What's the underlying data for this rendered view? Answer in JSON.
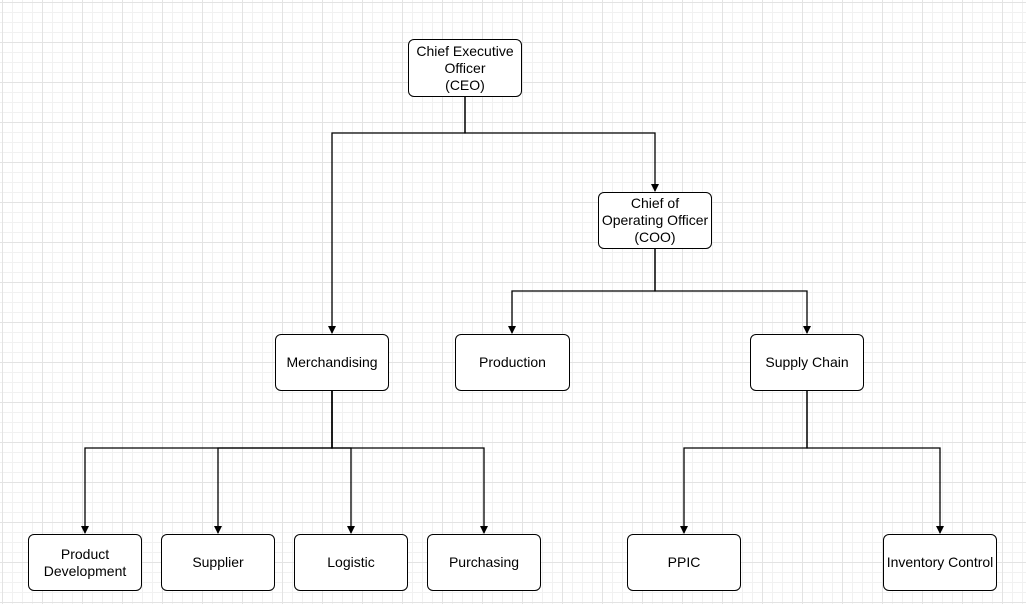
{
  "nodes": {
    "ceo": "Chief Executive\nOfficer\n(CEO)",
    "coo": "Chief of\nOperating Officer\n(COO)",
    "merchandising": "Merchandising",
    "production": "Production",
    "supply_chain": "Supply Chain",
    "product_development": "Product\nDevelopment",
    "supplier": "Supplier",
    "logistic": "Logistic",
    "purchasing": "Purchasing",
    "ppic": "PPIC",
    "inventory_control": "Inventory Control"
  },
  "edges": [
    {
      "from": "ceo",
      "to": "merchandising"
    },
    {
      "from": "ceo",
      "to": "coo"
    },
    {
      "from": "coo",
      "to": "production"
    },
    {
      "from": "coo",
      "to": "supply_chain"
    },
    {
      "from": "merchandising",
      "to": "product_development"
    },
    {
      "from": "merchandising",
      "to": "supplier"
    },
    {
      "from": "merchandising",
      "to": "logistic"
    },
    {
      "from": "merchandising",
      "to": "purchasing"
    },
    {
      "from": "supply_chain",
      "to": "ppic"
    },
    {
      "from": "supply_chain",
      "to": "inventory_control"
    }
  ]
}
